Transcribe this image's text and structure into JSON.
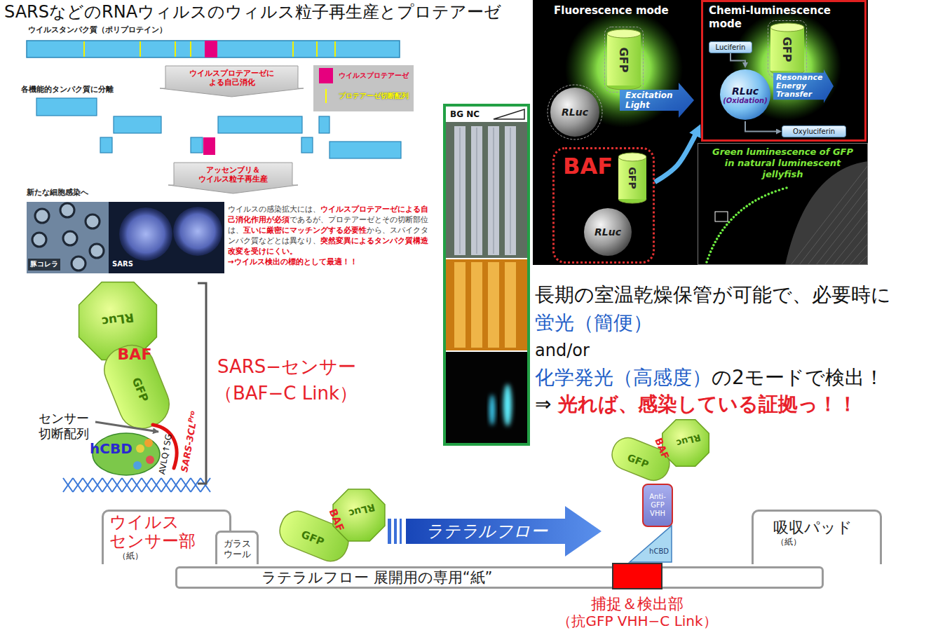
{
  "diagram": {
    "title": "SARSなどのRNAウィルスのウィルス粒子再生産とプロテアーゼ",
    "nodes": [
      {
        "text": [
          "ウイルスプロテアーゼに よる自己消化"
        ]
      },
      {
        "text": [
          "アッセンブリ＆ ウイルス粒子再生産"
        ]
      },
      {
        "text": [
          "BG NC"
        ]
      },
      {
        "text": [
          "Fluorescence mode"
        ]
      },
      {
        "text": [
          "GFP"
        ],
        "in": 3
      },
      {
        "text": [
          "RLuc"
        ],
        "in": 3
      },
      {
        "text": [
          "Excitation Light"
        ],
        "in": 3
      },
      {
        "text": [
          "Chemi-luminescence mode"
        ]
      },
      {
        "text": [
          "Luciferin"
        ],
        "in": 7
      },
      {
        "text": [
          "GFP"
        ],
        "in": 7
      },
      {
        "text": [
          "Resonance Energy Transfer"
        ],
        "in": 7
      },
      {
        "text": [
          "RLuc",
          "(Oxidation)"
        ],
        "in": 7
      },
      {
        "text": [
          "Oxyluciferin"
        ],
        "in": 7
      },
      {
        "text": [
          "BAF"
        ]
      },
      {
        "text": [
          "GFP"
        ],
        "in": 13
      },
      {
        "text": [
          "RLuc"
        ],
        "in": 13
      },
      {
        "text": [
          "Green luminescence of GFP in natural luminescent jellyfish"
        ]
      },
      {
        "text": [
          "ウイルス センサー部",
          "（紙）"
        ]
      },
      {
        "text": [
          "ガラス ウール"
        ]
      },
      {
        "text": [
          "ラテラルフロー"
        ]
      },
      {
        "text": [
          "Anti-GFP VHH"
        ]
      },
      {
        "text": [
          "hCBD"
        ]
      },
      {
        "text": [
          "吸収パッド",
          "（紙）"
        ]
      },
      {
        "text": [
          "ラテラルフロー 展開用の専用“紙”"
        ]
      },
      {
        "text": [
          "捕捉＆検出部",
          "（抗GFP VHH−C Link）"
        ]
      }
    ],
    "edges": [
      {
        "from": 13,
        "to": 7,
        "arrow": "to"
      },
      {
        "from": 8,
        "to": 11,
        "arrow": "to"
      },
      {
        "from": 11,
        "to": 12,
        "arrow": "to"
      }
    ],
    "labels": [
      "ウイルスタンパク質（ポリプロテイン）",
      "各機能的タンパク質に分離",
      "新たな細胞感染へ",
      "豚コレラ",
      "SARS",
      "ウイルスの感染拡大には、",
      "ウイルスプロテアーゼによる自己消化作用が必須",
      "であるが、プロテアーゼとその切断部位は、",
      "互いに厳密にマッチングする必要性",
      "から、スパイクタンパク質などとは異なり、",
      "突然変異によるタンパク質構造改変を受けにくい。",
      "→ウイルス検出の標的として最適！！",
      "RLuc",
      "BAF",
      "GFP",
      "センサー 切断配列",
      "hCBD",
      "AVLQ↑SG",
      "SARS-3CL",
      "Pro",
      "SARS−センサー",
      "（BAF−C Link）",
      "長期の室温乾燥保管が可能で、必要時に",
      "蛍光（簡便）",
      "and/or",
      "化学発光（高感度）",
      "の2モードで検出！",
      "⇒",
      "光れば、感染している証拠っ！！",
      "GFP",
      "BAF",
      "RLuc",
      "GFP",
      "BAF",
      "RLuc"
    ],
    "legend": [
      {
        "text": "ウイルスプロテアーゼ",
        "color": "#e6007e"
      },
      {
        "text": "プロテアーゼ切断配列"
      }
    ]
  }
}
